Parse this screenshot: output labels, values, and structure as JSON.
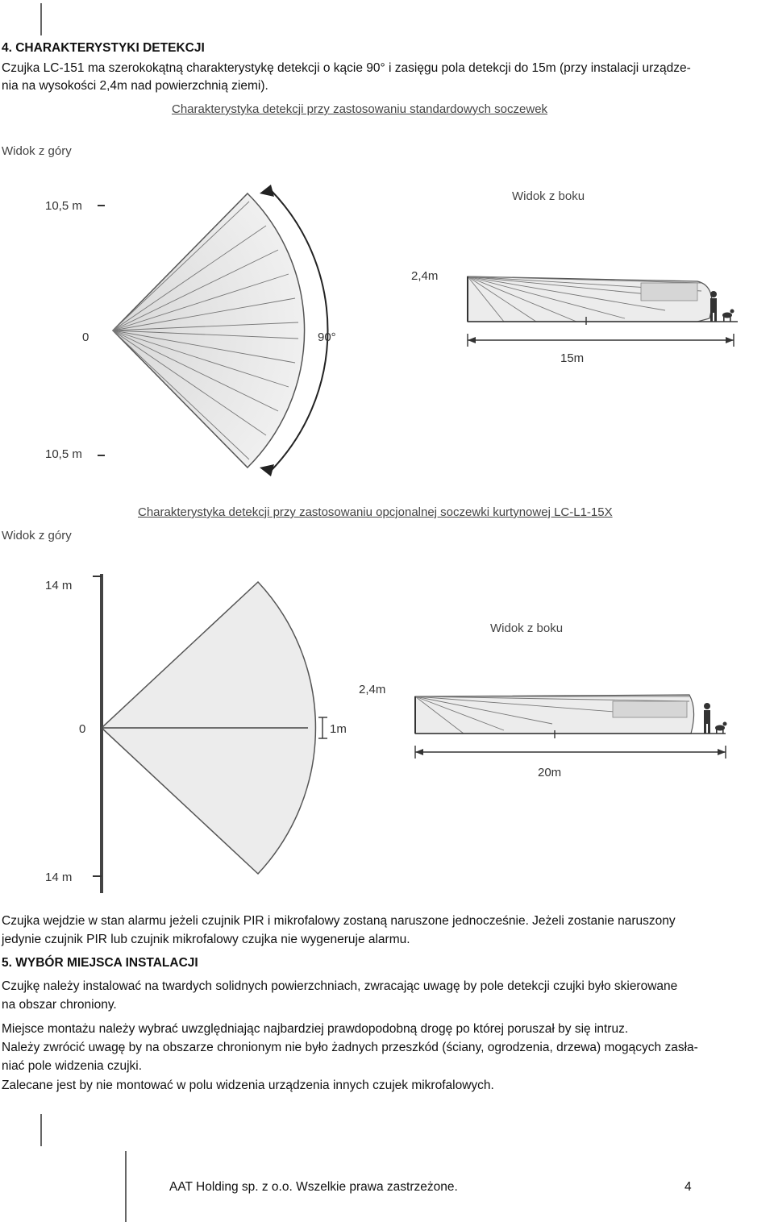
{
  "section4": {
    "heading": "4. CHARAKTERYSTYKI DETEKCJI",
    "intro_line1": "Czujka LC-151 ma szerokokątną charakterystykę detekcji o kącie 90° i zasięgu pola detekcji do 15m (przy instalacji urządze-",
    "intro_line2": "nia na wysokości 2,4m nad powierzchnią ziemi)."
  },
  "figure1": {
    "title": "Charakterystyka detekcji przy zastosowaniu standardowych soczewek",
    "top_view_label": "Widok z góry",
    "side_view_label": "Widok z boku",
    "top_dim": "10,5 m",
    "bottom_dim": "10,5 m",
    "origin": "0",
    "angle": "90°",
    "height": "2,4m",
    "range": "15m"
  },
  "figure2": {
    "title": "Charakterystyka detekcji przy zastosowaniu opcjonalnej soczewki kurtynowej LC-L1-15X",
    "top_view_label": "Widok z góry",
    "side_view_label": "Widok z boku",
    "top_dim": "14 m",
    "bottom_dim": "14 m",
    "origin": "0",
    "width_marker": "1m",
    "height": "2,4m",
    "range": "20m"
  },
  "body": {
    "alarm_line1": "Czujka wejdzie w stan alarmu jeżeli czujnik PIR i mikrofalowy zostaną naruszone jednocześnie. Jeżeli zostanie naruszony",
    "alarm_line2": "jedynie czujnik PIR lub czujnik mikrofalowy czujka nie wygeneruje alarmu.",
    "section5_heading": "5. WYBÓR MIEJSCA INSTALACJI",
    "p1_line1": "Czujkę należy instalować na twardych solidnych powierzchniach, zwracając uwagę by pole detekcji czujki było skierowane",
    "p1_line2": "na obszar chroniony.",
    "p2": "Miejsce montażu należy wybrać uwzględniając najbardziej prawdopodobną drogę po której poruszał by się intruz.",
    "p3_line1": "Należy zwrócić uwagę by na obszarze chronionym nie było żadnych przeszkód (ściany, ogrodzenia, drzewa) mogących zasła-",
    "p3_line2": "niać pole widzenia czujki.",
    "p4": "Zalecane jest by nie montować w polu widzenia urządzenia innych czujek mikrofalowych."
  },
  "footer": {
    "company": "AAT Holding sp. z o.o.  Wszelkie prawa zastrzeżone.",
    "page": "4"
  }
}
